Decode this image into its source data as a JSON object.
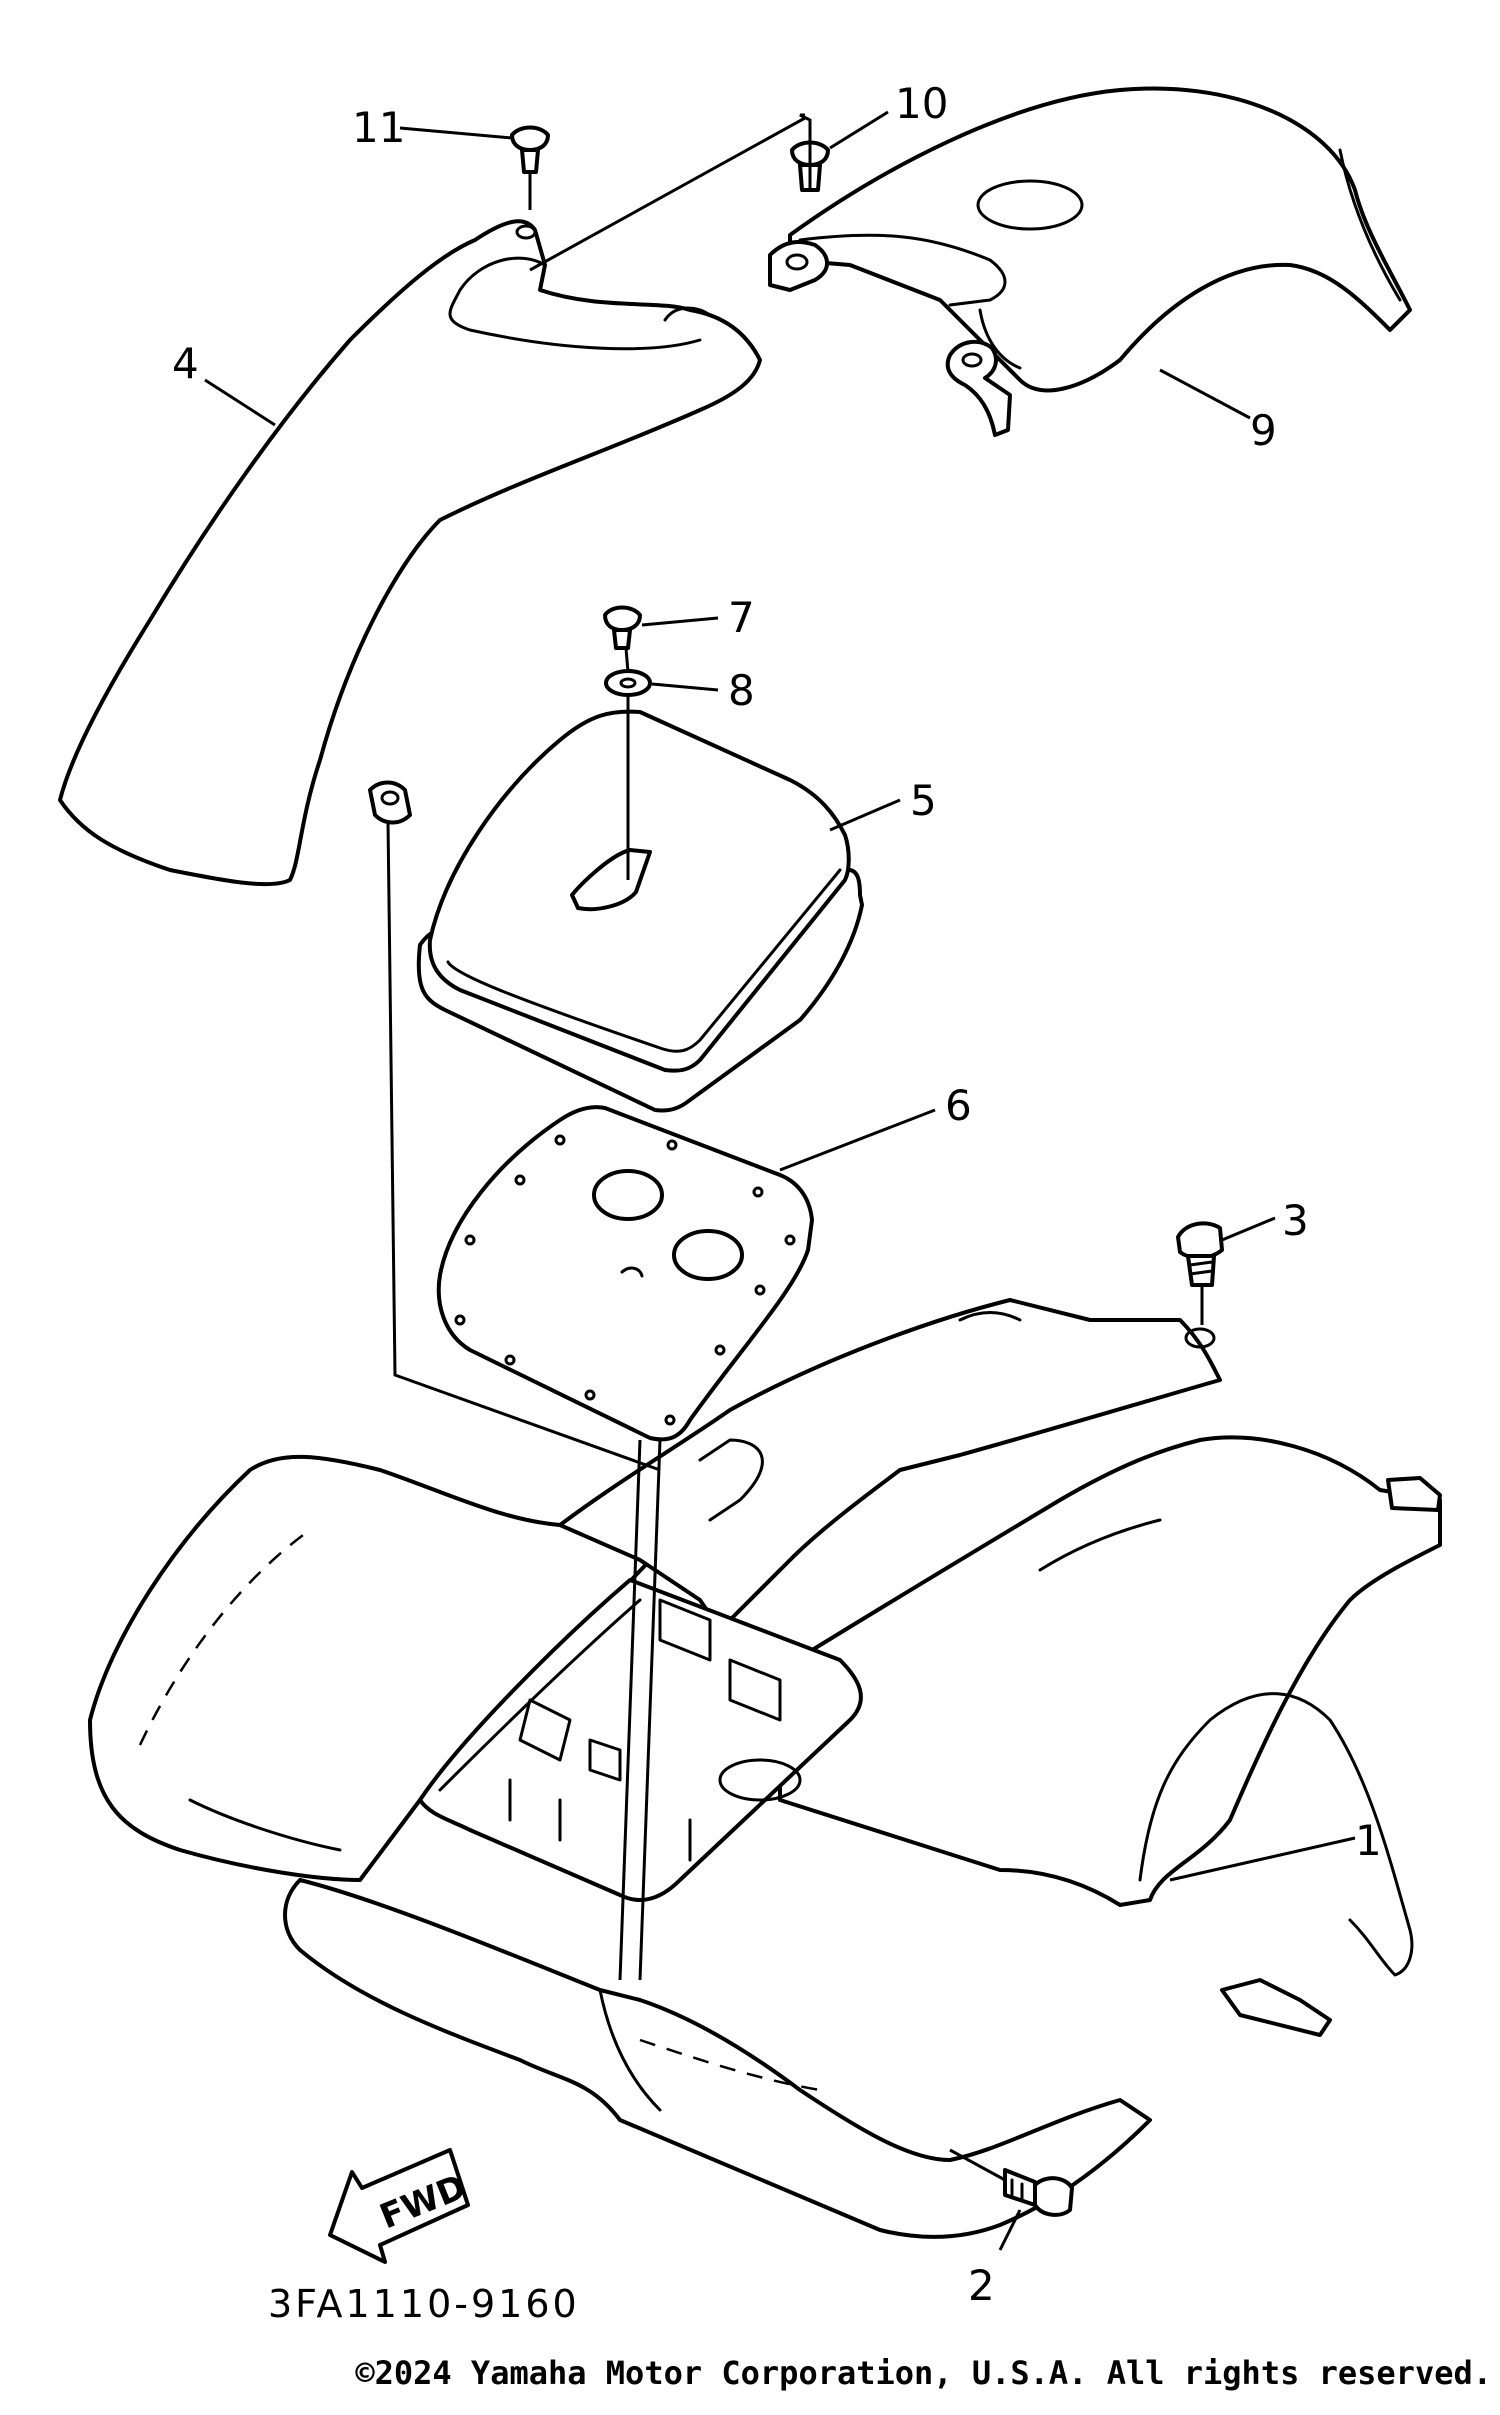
{
  "diagram": {
    "callouts": [
      "1",
      "2",
      "3",
      "4",
      "5",
      "6",
      "7",
      "8",
      "9",
      "10",
      "11"
    ],
    "direction_label": "FWD",
    "reference_code": "3FA1110-9160"
  },
  "footer": {
    "copyright": "©2024 Yamaha Motor Corporation, U.S.A. All rights reserved."
  }
}
